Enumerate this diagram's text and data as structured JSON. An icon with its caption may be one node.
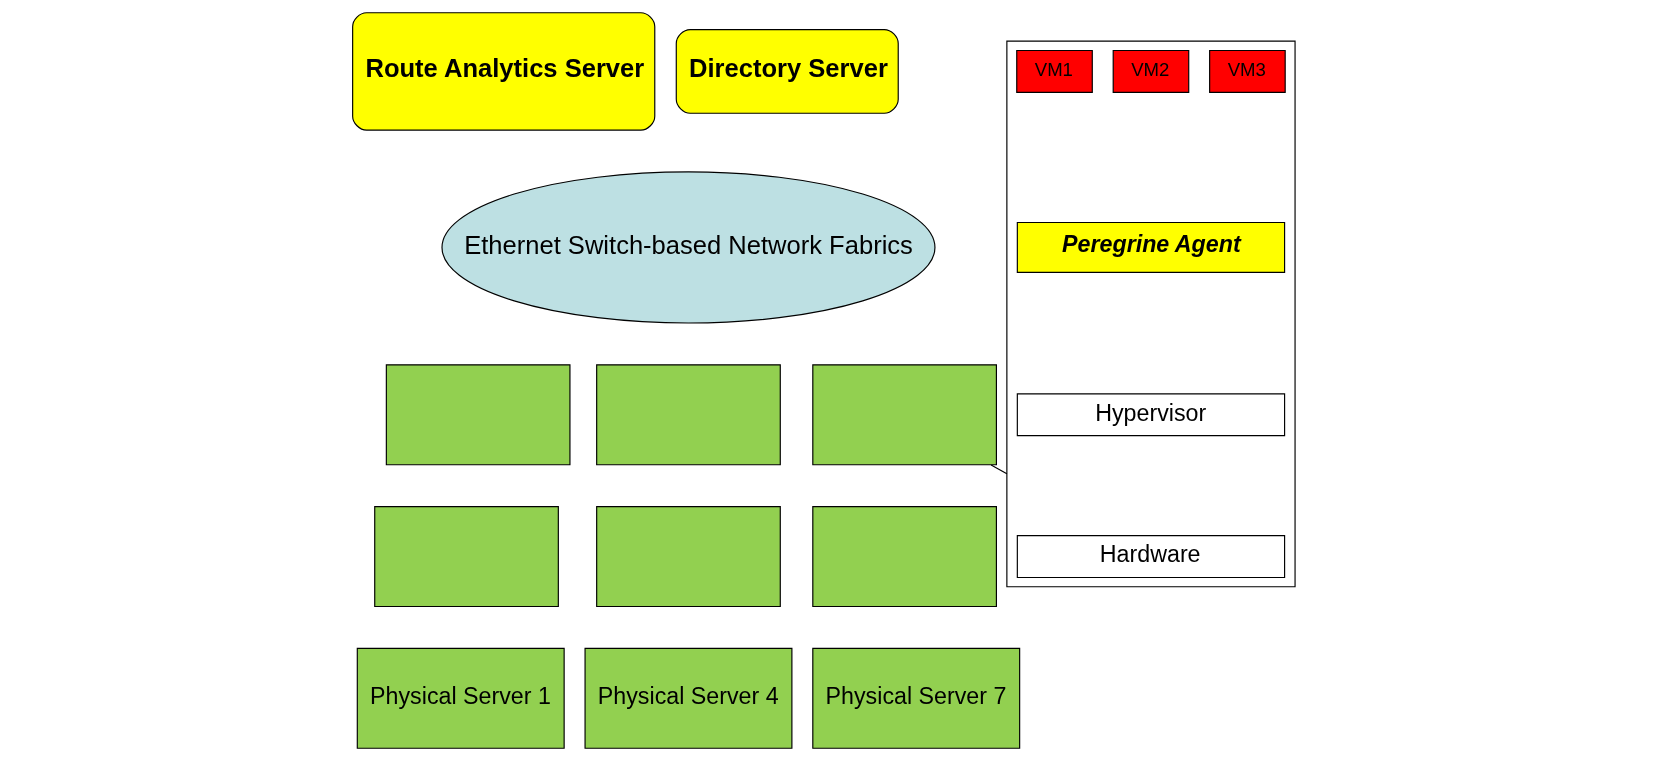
{
  "diagram": {
    "nodes": [
      {
        "text": [
          "Route Analytics Server"
        ]
      },
      {
        "text": [
          "Directory Server"
        ]
      },
      {
        "text": [
          "Ethernet Switch-based Network Fabrics"
        ]
      },
      {
        "text": [],
        "shape": "box"
      },
      {
        "text": [],
        "shape": "box"
      },
      {
        "text": [
          "Physical Server 1"
        ]
      },
      {
        "text": [],
        "shape": "box"
      },
      {
        "text": [],
        "shape": "box"
      },
      {
        "text": [
          "Physical Server 4"
        ]
      },
      {
        "text": [],
        "shape": "box"
      },
      {
        "text": [],
        "shape": "box"
      },
      {
        "text": [
          "Physical Server 7"
        ]
      },
      {
        "text": [],
        "shape": "box"
      },
      {
        "text": [
          "VM1"
        ],
        "in": 12
      },
      {
        "text": [
          "VM2"
        ],
        "in": 12
      },
      {
        "text": [
          "VM3"
        ],
        "in": 12
      },
      {
        "text": [
          "Peregrine Agent"
        ],
        "in": 12
      },
      {
        "text": [
          "Hypervisor"
        ],
        "in": 12
      },
      {
        "text": [
          "Hardware"
        ],
        "in": 12
      }
    ],
    "edges": [
      {
        "from": 9,
        "to": 12,
        "arrow": "none"
      }
    ]
  }
}
